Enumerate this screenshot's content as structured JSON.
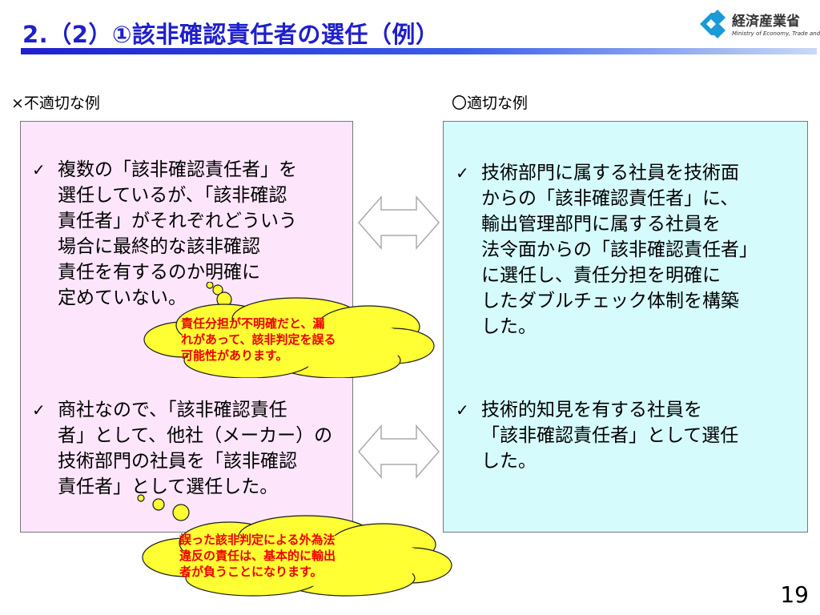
{
  "slide": {
    "title": "2.（2）①該非確認責任者の選任（例）",
    "page_number": "19"
  },
  "logo": {
    "name_jp": "経済産業省",
    "name_en": "Ministry of Economy, Trade and Industry"
  },
  "left_column": {
    "heading": "×不適切な例",
    "items": [
      "複数の「該非確認責任者」を\n選任しているが、「該非確認\n責任者」がそれぞれどういう\n場合に最終的な該非確認\n責任を有するのか明確に\n定めていない。",
      "商社なので、「該非確認責任\n者」として、他社（メーカー）の\n技術部門の社員を「該非確認\n責任者」として選任した。"
    ]
  },
  "right_column": {
    "heading": "〇適切な例",
    "items": [
      "技術部門に属する社員を技術面\nからの「該非確認責任者」に、\n輸出管理部門に属する社員を\n法令面からの「該非確認責任者」\nに選任し、責任分担を明確に\nしたダブルチェック体制を構築\nした。",
      "技術的知見を有する社員を\n「該非確認責任者」として選任\nした。"
    ]
  },
  "callouts": [
    "責任分担が不明確だと、漏\nれがあって、該非判定を誤る\n可能性があります。",
    "誤った該非判定による外為法\n違反の責任は、基本的に輸出\n者が負うことになります。"
  ],
  "colors": {
    "title": "#1f1fcc",
    "left_box_bg": "#fde6fb",
    "right_box_bg": "#d6fbfd",
    "callout_bg": "#ffff33",
    "callout_text": "#ee0000",
    "logo_blue": "#1a9ad6"
  },
  "icons": [
    "checkmark-icon",
    "double-arrow-icon",
    "meti-logo-icon"
  ]
}
